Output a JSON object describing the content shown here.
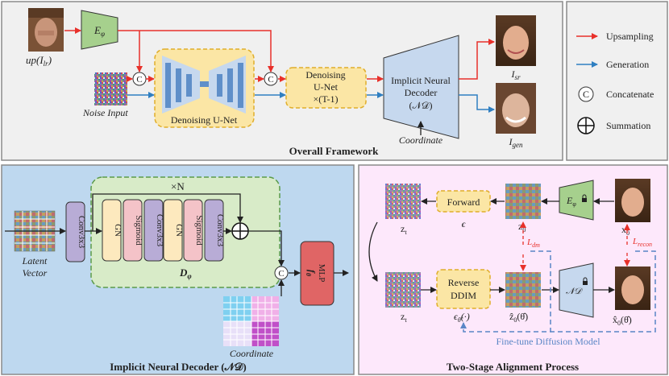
{
  "top": {
    "title": "Overall Framework",
    "input_label": "up(I",
    "input_sub": "lr",
    "input_close": ")",
    "encoder": "E",
    "encoder_sub": "φ",
    "noise_label": "Noise Input",
    "unet1_label": "Denoising U-Net",
    "unet2_line1": "Denoising",
    "unet2_line2": "U-Net",
    "unet2_line3": "×(T-1)",
    "decoder_line1": "Implicit Neural",
    "decoder_line2": "Decoder",
    "decoder_line3": "(𝒩𝒟)",
    "coordinate": "Coordinate",
    "out_sr": "I",
    "out_sr_sub": "sr",
    "out_gen": "I",
    "out_gen_sub": "gen",
    "concat_symbol": "C"
  },
  "legend": {
    "upsampling": "Upsampling",
    "generation": "Generation",
    "concatenate": "Concatenate",
    "summation": "Summation",
    "concat_symbol": "C",
    "upsampling_color": "#e8302a",
    "generation_color": "#2f7fc1"
  },
  "ind": {
    "title": "Implicit Neural Decoder (𝒩𝒟)",
    "latent_line1": "Latent",
    "latent_line2": "Vector",
    "conv": "Conv3x3",
    "gn": "GN",
    "sigmoid": "Sigmoid",
    "repeat": "×N",
    "block_label": "D",
    "block_sub": "φ",
    "mlp": "MLP",
    "mlp_f": "f",
    "mlp_sub": "θ",
    "coordinate": "Coordinate",
    "concat_symbol": "C"
  },
  "tsa": {
    "title": "Two-Stage Alignment Process",
    "forward": "Forward",
    "epsilon": "ϵ",
    "reverse_line1": "Reverse",
    "reverse_line2": "DDIM",
    "eps_theta": "ϵ",
    "eps_theta_sub": "θ̂",
    "eps_theta_tail": "(·)",
    "zt_top": "z",
    "zt_top_sub": "t",
    "zt_bottom": "z",
    "zt_bottom_sub": "t",
    "z0": "z",
    "z0_sub": "0",
    "z0hat": "ẑ",
    "z0hat_sub": "0",
    "z0hat_tail": "(θ̂)",
    "x0": "x",
    "x0_sub": "0",
    "x0hat": "x̂",
    "x0hat_sub": "0",
    "x0hat_tail": "(θ̂)",
    "encoder": "E",
    "encoder_sub": "φ",
    "decoder": "𝒩𝒟",
    "l_dm": "L",
    "l_dm_sub": "dm",
    "l_recon": "L",
    "l_recon_sub": "recon",
    "finetune": "Fine-tune Diffusion Model"
  }
}
